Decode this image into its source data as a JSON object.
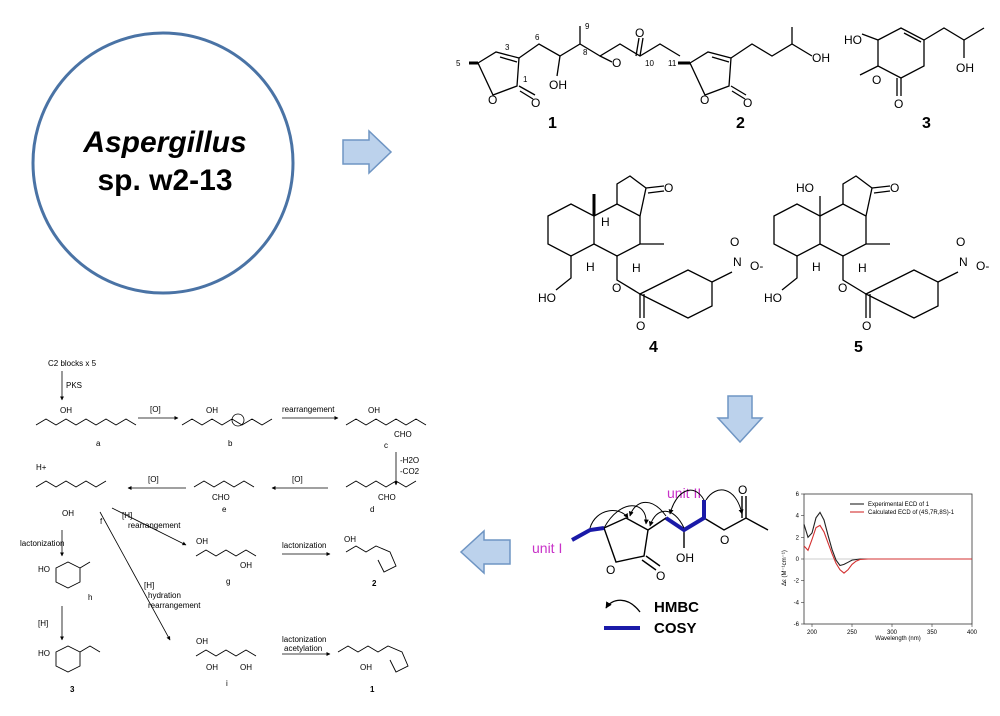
{
  "organism": {
    "genus": "Aspergillus",
    "strain": "sp. w2-13"
  },
  "compounds": {
    "c1": "1",
    "c2": "2",
    "c3": "3",
    "c4": "4",
    "c5": "5"
  },
  "atoms": {
    "oh": "OH",
    "ho": "HO",
    "o": "O",
    "h": "H",
    "n": "N",
    "o_minus": "O-",
    "plus": "+",
    "cho": "CHO"
  },
  "c1_numbering": {
    "n1": "1",
    "n3": "3",
    "n5": "5",
    "n6": "6",
    "n8": "8",
    "n9": "9",
    "n10": "10",
    "n11": "11"
  },
  "biosynthesis": {
    "start": "C2 blocks x 5",
    "pks": "PKS",
    "ox1": "[O]",
    "ox2": "[O]",
    "ox3": "[O]",
    "rearrangement": "rearrangement",
    "minus_h2o": "-H2O",
    "minus_co2": "-CO2",
    "h_plus": "H+",
    "h_rearr_1": "[H]",
    "h_rearr_2": "rearrangement",
    "hydr_1": "[H]",
    "hydr_2": "hydration",
    "hydr_3": "rearrangement",
    "lactonization_1": "lactonization",
    "lactonization_2": "lactonization",
    "lactonization_3": "lactonization",
    "acetylation": "acetylation",
    "h_reduce": "[H]",
    "labels": {
      "a": "a",
      "b": "b",
      "c": "c",
      "d": "d",
      "e": "e",
      "f": "f",
      "g": "g",
      "h": "h",
      "i": "i",
      "p1": "1",
      "p2": "2",
      "p3": "3"
    }
  },
  "correlation": {
    "unit_i": "unit I",
    "unit_ii": "unit II",
    "hmbc": "HMBC",
    "cosy": "COSY",
    "oh": "OH"
  },
  "colors": {
    "circle": "#4a73a5",
    "arrow_fill": "#bcd2ec",
    "arrow_stroke": "#6f95c3",
    "unit_label": "#c832c8",
    "cosy": "#1a1aa8",
    "exp_curve": "#222222",
    "calc_curve": "#d33030"
  },
  "chart_data": {
    "type": "line",
    "title": "",
    "xlabel": "Wavelength (nm)",
    "ylabel": "Δε (M⁻¹cm⁻¹)",
    "xlim": [
      190,
      400
    ],
    "ylim": [
      -6,
      6
    ],
    "x_ticks": [
      200,
      250,
      300,
      350,
      400
    ],
    "y_ticks": [
      -6,
      -4,
      -2,
      0,
      2,
      4,
      6
    ],
    "legend_position": "top-right",
    "series": [
      {
        "name": "Experimental ECD of 1",
        "color": "#222222",
        "x": [
          190,
          195,
          200,
          205,
          210,
          215,
          220,
          225,
          230,
          235,
          240,
          245,
          250,
          260,
          270,
          280,
          300,
          320,
          350,
          400
        ],
        "y": [
          3.2,
          2.0,
          2.4,
          3.8,
          4.3,
          3.6,
          2.2,
          0.9,
          -0.1,
          -0.6,
          -0.5,
          -0.3,
          -0.1,
          0,
          0,
          0,
          0,
          0,
          0,
          0
        ]
      },
      {
        "name": "Calculated ECD of (4S,7R,8S)-1",
        "color": "#d33030",
        "x": [
          190,
          195,
          200,
          205,
          210,
          215,
          220,
          225,
          230,
          235,
          240,
          245,
          250,
          255,
          260,
          270,
          280,
          300,
          350,
          400
        ],
        "y": [
          1.2,
          0.8,
          1.8,
          2.9,
          3.1,
          2.5,
          1.5,
          0.5,
          -0.4,
          -1.0,
          -1.3,
          -1.0,
          -0.5,
          -0.2,
          -0.05,
          0,
          0,
          0,
          0,
          0
        ]
      }
    ]
  }
}
